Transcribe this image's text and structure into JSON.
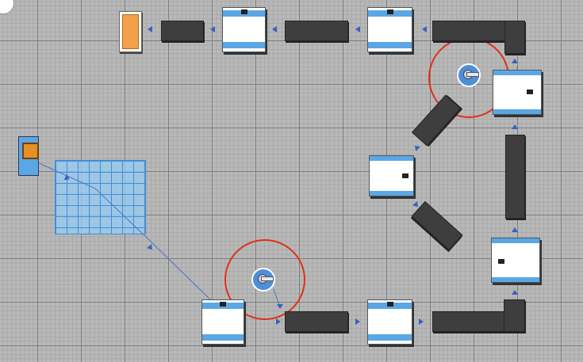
{
  "view": {
    "type": "2D factory layout simulation (top view)",
    "grid": true,
    "background": "#b9b9b9"
  },
  "colors": {
    "conveyor": "#3e3e3e",
    "machine_band": "#5aa7e6",
    "flow_arrow": "#3a5fc0",
    "robot_range": "#e0301a",
    "area_fill": "#96cdf5",
    "part": "#e58f25"
  },
  "objects": {
    "source": {
      "icon": "box-icon"
    },
    "sink": {
      "icon": "sink-icon"
    },
    "robots": [
      {
        "icon": "robot-arm-icon"
      },
      {
        "icon": "robot-arm-icon"
      }
    ],
    "machines_count": 7,
    "conveyors_count": 9,
    "work_area": {
      "icon": "grid-area-icon"
    }
  }
}
